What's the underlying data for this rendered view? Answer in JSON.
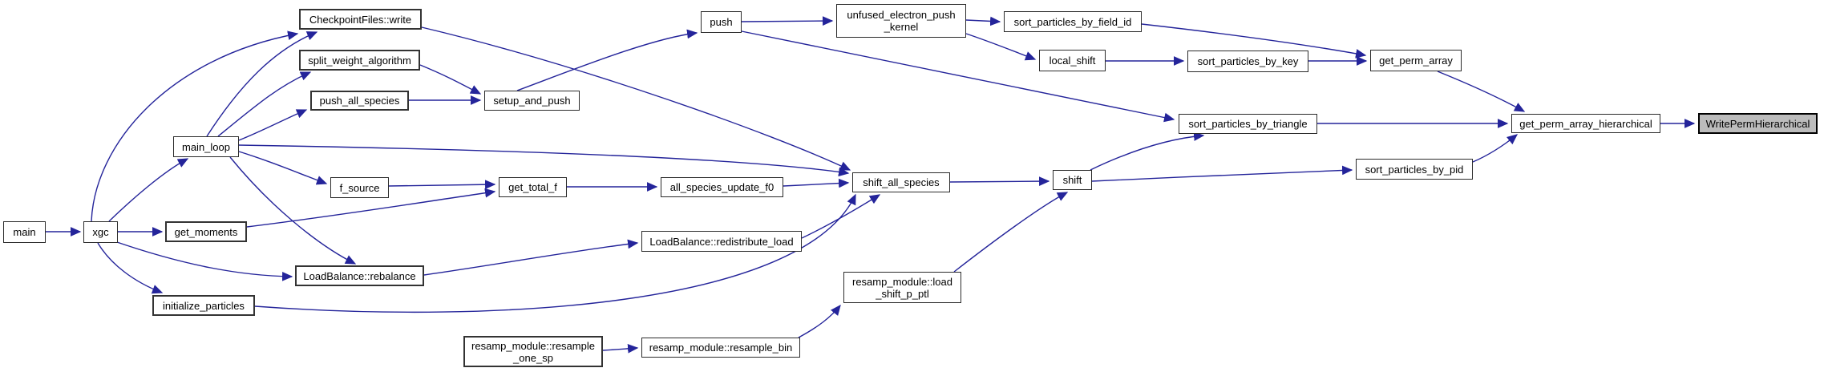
{
  "diagram": {
    "type": "call-graph",
    "focus_node": "WritePermHierarchical",
    "colors": {
      "edge": "#24249a",
      "node_background": "#ffffff",
      "node_border": "#2b2b2b",
      "highlight_background": "#bcbcbc"
    },
    "nodes": [
      {
        "id": "main",
        "label": "main",
        "highlighted": false,
        "thick": false
      },
      {
        "id": "xgc",
        "label": "xgc",
        "highlighted": false,
        "thick": false
      },
      {
        "id": "main_loop",
        "label": "main_loop",
        "highlighted": false,
        "thick": false
      },
      {
        "id": "get_moments",
        "label": "get_moments",
        "highlighted": false,
        "thick": true
      },
      {
        "id": "initialize_particles",
        "label": "initialize_particles",
        "highlighted": false,
        "thick": true
      },
      {
        "id": "checkpoint_write",
        "label": "CheckpointFiles::write",
        "highlighted": false,
        "thick": true
      },
      {
        "id": "split_weight",
        "label": "split_weight_algorithm",
        "highlighted": false,
        "thick": true
      },
      {
        "id": "push_all_species",
        "label": "push_all_species",
        "highlighted": false,
        "thick": true
      },
      {
        "id": "f_source",
        "label": "f_source",
        "highlighted": false,
        "thick": false
      },
      {
        "id": "rebalance",
        "label": "LoadBalance::rebalance",
        "highlighted": false,
        "thick": true
      },
      {
        "id": "setup_and_push",
        "label": "setup_and_push",
        "highlighted": false,
        "thick": false
      },
      {
        "id": "get_total_f",
        "label": "get_total_f",
        "highlighted": false,
        "thick": false
      },
      {
        "id": "all_species_update_f0",
        "label": "all_species_update_f0",
        "highlighted": false,
        "thick": false
      },
      {
        "id": "redistribute_load",
        "label": "LoadBalance::redistribute_load",
        "highlighted": false,
        "thick": false
      },
      {
        "id": "resample_one_sp",
        "label": "resamp_module::resample\n_one_sp",
        "highlighted": false,
        "thick": true
      },
      {
        "id": "resample_bin",
        "label": "resamp_module::resample_bin",
        "highlighted": false,
        "thick": false
      },
      {
        "id": "push",
        "label": "push",
        "highlighted": false,
        "thick": false
      },
      {
        "id": "unfused",
        "label": "unfused_electron_push\n_kernel",
        "highlighted": false,
        "thick": false
      },
      {
        "id": "shift_all_species",
        "label": "shift_all_species",
        "highlighted": false,
        "thick": false
      },
      {
        "id": "load_shift_p_ptl",
        "label": "resamp_module::load\n_shift_p_ptl",
        "highlighted": false,
        "thick": false
      },
      {
        "id": "field_id",
        "label": "sort_particles_by_field_id",
        "highlighted": false,
        "thick": false
      },
      {
        "id": "local_shift",
        "label": "local_shift",
        "highlighted": false,
        "thick": false
      },
      {
        "id": "shift",
        "label": "shift",
        "highlighted": false,
        "thick": false
      },
      {
        "id": "sort_key",
        "label": "sort_particles_by_key",
        "highlighted": false,
        "thick": false
      },
      {
        "id": "triangle",
        "label": "sort_particles_by_triangle",
        "highlighted": false,
        "thick": false
      },
      {
        "id": "pid",
        "label": "sort_particles_by_pid",
        "highlighted": false,
        "thick": false
      },
      {
        "id": "get_perm_array",
        "label": "get_perm_array",
        "highlighted": false,
        "thick": false
      },
      {
        "id": "hierarchical",
        "label": "get_perm_array_hierarchical",
        "highlighted": false,
        "thick": false
      },
      {
        "id": "write_perm",
        "label": "WritePermHierarchical",
        "highlighted": true,
        "thick": false
      }
    ],
    "edges": [
      {
        "from": "main",
        "to": "xgc"
      },
      {
        "from": "xgc",
        "to": "main_loop"
      },
      {
        "from": "xgc",
        "to": "checkpoint_write"
      },
      {
        "from": "xgc",
        "to": "get_moments"
      },
      {
        "from": "xgc",
        "to": "rebalance"
      },
      {
        "from": "xgc",
        "to": "initialize_particles"
      },
      {
        "from": "main_loop",
        "to": "checkpoint_write"
      },
      {
        "from": "main_loop",
        "to": "split_weight"
      },
      {
        "from": "main_loop",
        "to": "push_all_species"
      },
      {
        "from": "main_loop",
        "to": "shift_all_species"
      },
      {
        "from": "main_loop",
        "to": "f_source"
      },
      {
        "from": "main_loop",
        "to": "rebalance"
      },
      {
        "from": "get_moments",
        "to": "get_total_f"
      },
      {
        "from": "checkpoint_write",
        "to": "shift_all_species"
      },
      {
        "from": "split_weight",
        "to": "setup_and_push"
      },
      {
        "from": "push_all_species",
        "to": "setup_and_push"
      },
      {
        "from": "setup_and_push",
        "to": "push"
      },
      {
        "from": "f_source",
        "to": "get_total_f"
      },
      {
        "from": "get_total_f",
        "to": "all_species_update_f0"
      },
      {
        "from": "all_species_update_f0",
        "to": "shift_all_species"
      },
      {
        "from": "rebalance",
        "to": "redistribute_load"
      },
      {
        "from": "redistribute_load",
        "to": "shift_all_species"
      },
      {
        "from": "initialize_particles",
        "to": "shift_all_species"
      },
      {
        "from": "resample_one_sp",
        "to": "resample_bin"
      },
      {
        "from": "resample_bin",
        "to": "load_shift_p_ptl"
      },
      {
        "from": "load_shift_p_ptl",
        "to": "shift"
      },
      {
        "from": "shift_all_species",
        "to": "shift"
      },
      {
        "from": "shift",
        "to": "triangle"
      },
      {
        "from": "shift",
        "to": "pid"
      },
      {
        "from": "push",
        "to": "unfused"
      },
      {
        "from": "push",
        "to": "triangle"
      },
      {
        "from": "unfused",
        "to": "field_id"
      },
      {
        "from": "unfused",
        "to": "local_shift"
      },
      {
        "from": "local_shift",
        "to": "sort_key"
      },
      {
        "from": "sort_key",
        "to": "get_perm_array"
      },
      {
        "from": "field_id",
        "to": "get_perm_array"
      },
      {
        "from": "get_perm_array",
        "to": "hierarchical"
      },
      {
        "from": "triangle",
        "to": "hierarchical"
      },
      {
        "from": "pid",
        "to": "hierarchical"
      },
      {
        "from": "hierarchical",
        "to": "write_perm"
      }
    ]
  }
}
